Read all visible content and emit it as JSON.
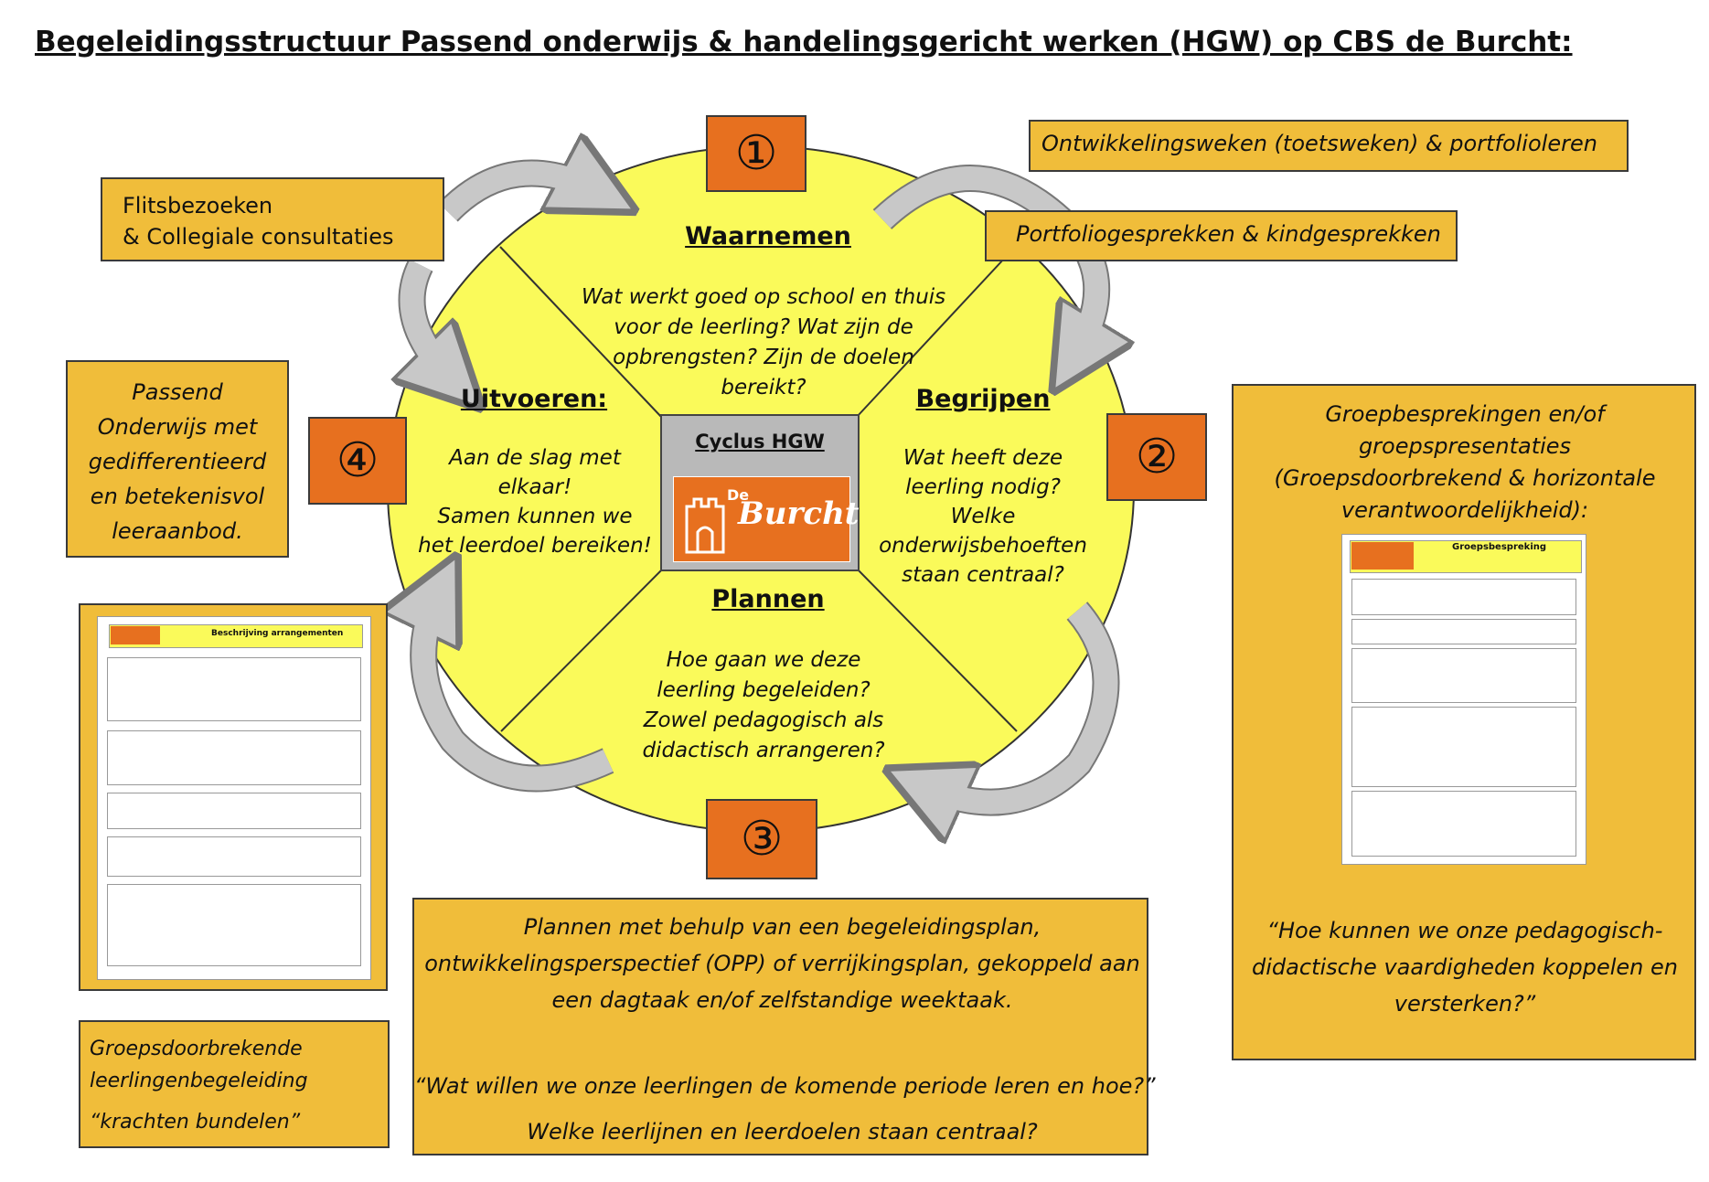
{
  "title": "Begeleidingsstructuur Passend onderwijs & handelingsgericht werken (HGW) op CBS de Burcht:",
  "colors": {
    "circle": "#fafa5a",
    "box": "#f0bd3a",
    "number_box": "#e7701f",
    "arrow": "#c8c8c8"
  },
  "cycle": {
    "center_label": "Cyclus HGW",
    "logo_text": "Burcht",
    "logo_prefix": "De",
    "steps": [
      {
        "number": "①",
        "heading": "Waarnemen",
        "text": "Wat werkt goed op school en thuis\nvoor de leerling? Wat zijn de\nopbrengsten? Zijn de doelen\nbereikt?"
      },
      {
        "number": "②",
        "heading": "Begrijpen",
        "text": "Wat heeft deze\nleerling nodig?\nWelke\nonderwijsbehoeften\nstaan centraal?"
      },
      {
        "number": "③",
        "heading": "Plannen",
        "text": "Hoe gaan we deze\nleerling begeleiden?\nZowel pedagogisch als\ndidactisch arrangeren?"
      },
      {
        "number": "④",
        "heading": "Uitvoeren:",
        "text": "Aan de slag met\nelkaar!\nSamen kunnen we\nhet leerdoel bereiken!"
      }
    ]
  },
  "boxes": {
    "flitsbezoeken": "Flitsbezoeken\n& Collegiale consultaties",
    "ontwikkelingsweken": "Ontwikkelingsweken (toetsweken) & portfolioleren",
    "portfoliogesprekken": "Portfoliogesprekken & kindgesprekken",
    "passend_onderwijs": "Passend\nOnderwijs met\ngedifferentieerd\nen betekenisvol\nleeraanbod.",
    "groepbesprekingen": "Groepbesprekingen en/of\ngroepspresentaties\n(Groepsdoorbrekend & horizontale\nverantwoordelijkheid):",
    "groepbesprekingen_quote": "“Hoe kunnen we onze pedagogisch-\ndidactische vaardigheden koppelen en\nversterken?”",
    "plannen_main": "Plannen met behulp van een begeleidingsplan,\nontwikkelingsperspectief (OPP) of verrijkingsplan, gekoppeld aan\neen dagtaak en/of zelfstandige weektaak.",
    "plannen_quote": "“Wat willen we onze leerlingen de komende periode leren en hoe?”",
    "plannen_question": "Welke leerlijnen en leerdoelen staan centraal?",
    "groepsdoorbrekend": "Groepsdoorbrekende\nleerlingenbegeleiding",
    "groepsdoorbrekend_quote": "“krachten bundelen”"
  },
  "documents": {
    "arrangementen_title": "Beschrijving arrangementen",
    "groepsbespreking_title": "Groepsbespreking"
  }
}
